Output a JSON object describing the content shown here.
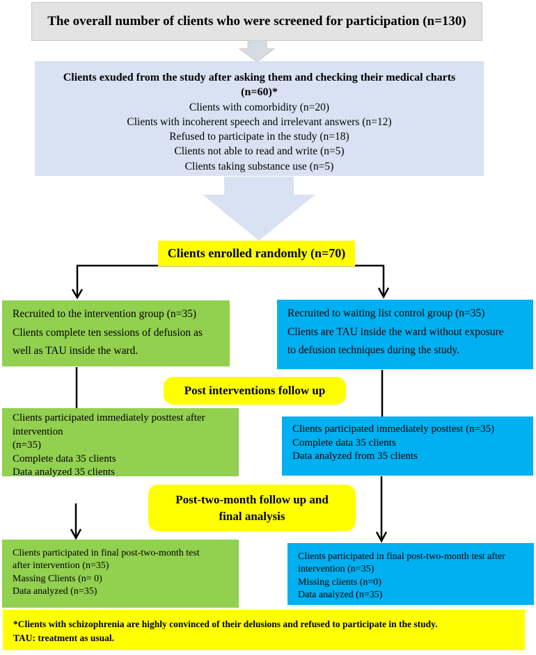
{
  "screened": {
    "text": "The overall number of clients who were screened for participation (n=130)"
  },
  "excluded": {
    "title": "Clients exuded from the study after asking them and checking their medical charts",
    "subtitle": "(n=60)*",
    "reasons": [
      "Clients with comorbidity (n=20)",
      "Clients with incoherent speech and irrelevant answers (n=12)",
      "Refused to participate in the study (n=18)",
      "Clients not able to read and write (n=5)",
      "Clients taking substance use (n=5)"
    ]
  },
  "enrolled": {
    "text": "Clients enrolled randomly (n=70)"
  },
  "intervention_group": {
    "lines": [
      "Recruited to the intervention group (n=35)",
      "Clients complete ten sessions of defusion as",
      "well as TAU inside the ward."
    ]
  },
  "control_group": {
    "lines": [
      "Recruited to waiting list control group (n=35)",
      "Clients are TAU inside the ward without exposure",
      "to defusion techniques during the study."
    ]
  },
  "post_interventions_label": "Post interventions follow up",
  "post_intervention_left": {
    "lines": [
      "Clients participated immediately posttest after",
      "intervention",
      "(n=35)",
      "Complete data 35 clients",
      "Data analyzed 35 clients"
    ]
  },
  "post_intervention_right": {
    "lines": [
      "Clients participated immediately posttest (n=35)",
      "Complete data 35 clients",
      "Data analyzed from 35 clients"
    ]
  },
  "post_two_month_label": {
    "line1": "Post-two-month follow up and",
    "line2": "final analysis"
  },
  "final_left": {
    "lines": [
      "Clients participated in final post-two-month test",
      "after intervention (n=35)",
      "Massing Clients (n= 0)",
      "Data analyzed (n=35)"
    ]
  },
  "final_right": {
    "lines": [
      "Clients participated in final post-two-month test after",
      "intervention (n=35)",
      "Missing clients (n=0)",
      "Data analyzed (n=35)"
    ]
  },
  "footnote": {
    "line1": "*Clients with schizophrenia are highly convinced of their delusions and refused to participate in the study.",
    "line2": "TAU: treatment as usual."
  },
  "colors": {
    "green": "#92d050",
    "blue": "#00b0f0",
    "yellow": "#ffff00",
    "grey": "#e3e3e3",
    "light_blue": "#d9e2f2"
  }
}
